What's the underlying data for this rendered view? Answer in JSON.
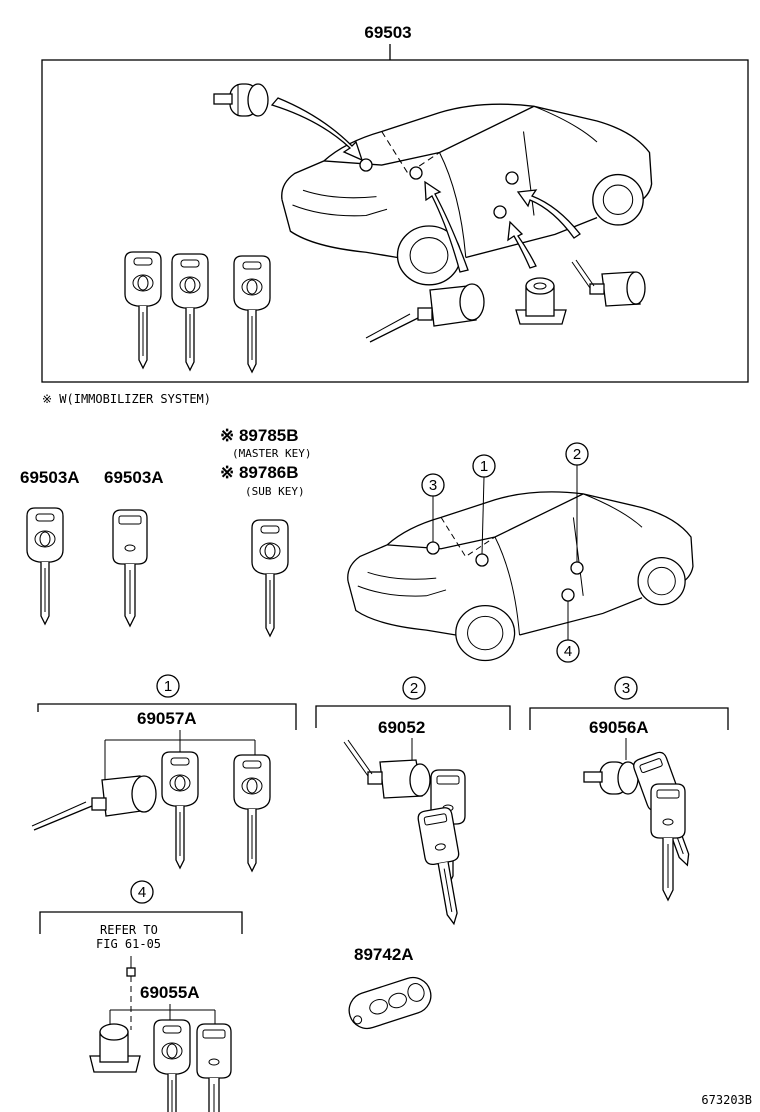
{
  "header": {
    "part_main": "69503"
  },
  "note": "※ W(IMMOBILIZER SYSTEM)",
  "keys": {
    "left_a": "69503A",
    "right_a": "69503A",
    "master_part": "※ 89785B",
    "master_label": "(MASTER KEY)",
    "sub_part": "※ 89786B",
    "sub_label": "(SUB KEY)"
  },
  "callouts": {
    "c1": "1",
    "c2": "2",
    "c3": "3",
    "c4": "4"
  },
  "groups": {
    "g1": {
      "num": "1",
      "part": "69057A"
    },
    "g2": {
      "num": "2",
      "part": "69052"
    },
    "g3": {
      "num": "3",
      "part": "69056A"
    },
    "g4": {
      "num": "4",
      "refer_line1": "REFER TO",
      "refer_line2": "FIG 61-05",
      "part": "69055A"
    }
  },
  "remote": {
    "part": "89742A"
  },
  "figure_id": "673203B"
}
